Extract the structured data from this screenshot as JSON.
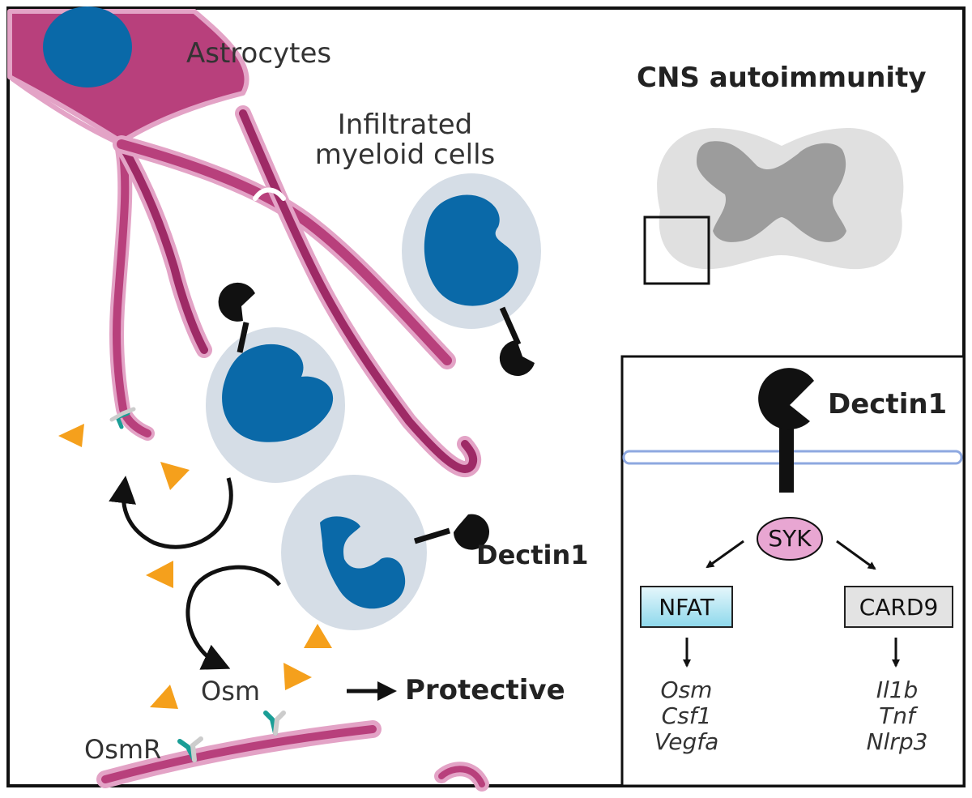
{
  "labels": {
    "astrocytes": "Astrocytes",
    "infiltrated_line1": "Infiltrated",
    "infiltrated_line2": "myeloid cells",
    "cns_autoimmunity": "CNS autoimmunity",
    "dectin1_main": "Dectin1",
    "osm": "Osm",
    "osmr": "OsmR",
    "protective": "Protective"
  },
  "inset": {
    "dectin1": "Dectin1",
    "syk": "SYK",
    "nfat": "NFAT",
    "card9": "CARD9",
    "nfat_genes": [
      "Osm",
      "Csf1",
      "Vegfa"
    ],
    "card9_genes": [
      "Il1b",
      "Tnf",
      "Nlrp3"
    ]
  },
  "colors": {
    "astrocyte": "#b8407c",
    "astrocyte_dark": "#9e2a66",
    "astrocyte_edge": "#e3a3c6",
    "nucleus": "#0a69a8",
    "cell_body": "#d5dde6",
    "ligand": "#f5a01c",
    "receptor_teal": "#1a9e96",
    "receptor_grey": "#cccccc",
    "membrane": "#8ea8e0",
    "syk": "#e8a6d2",
    "nfat_top": "#e4f6fb",
    "nfat_bottom": "#8fd9ec",
    "card9": "#e3e3e3",
    "spinal_white": "#e0e0e0",
    "spinal_grey": "#9c9c9c"
  }
}
